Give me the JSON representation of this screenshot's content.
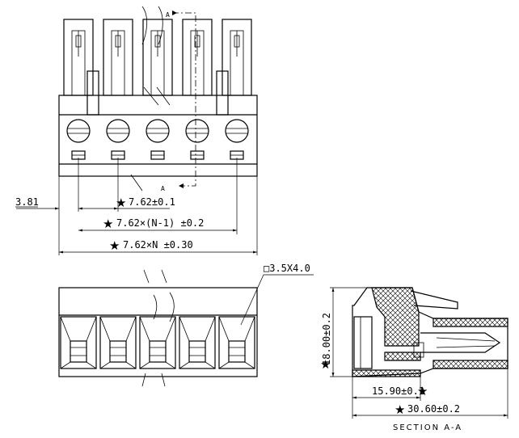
{
  "drawing": {
    "section_marker": "A",
    "section_caption": "SECTION A-A",
    "star_symbol": "★"
  },
  "dimensions": {
    "offset": "3.81",
    "pitch": "7.62±0.1",
    "pitch_n_minus_1": "7.62×(N-1) ±0.2",
    "total_width": "7.62×N ±0.30",
    "wire_hole": "□3.5X4.0",
    "height": "18.00±0.2",
    "depth_inner": "15.90±0.1",
    "depth_total": "30.60±0.2"
  }
}
